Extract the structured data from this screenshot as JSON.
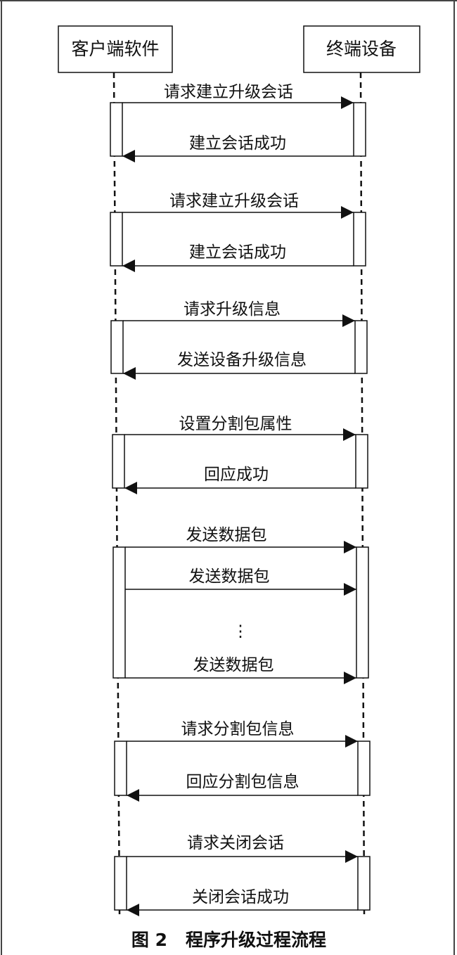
{
  "diagram": {
    "participants": [
      {
        "id": "client",
        "label": "客户端软件"
      },
      {
        "id": "device",
        "label": "终端设备"
      }
    ],
    "messages": [
      {
        "id": "m1",
        "from": "client",
        "to": "device",
        "label": "请求建立升级会话"
      },
      {
        "id": "m2",
        "from": "device",
        "to": "client",
        "label": "建立会话成功"
      },
      {
        "id": "m3",
        "from": "client",
        "to": "device",
        "label": "请求建立升级会话"
      },
      {
        "id": "m4",
        "from": "device",
        "to": "client",
        "label": "建立会话成功"
      },
      {
        "id": "m5",
        "from": "client",
        "to": "device",
        "label": "请求升级信息"
      },
      {
        "id": "m6",
        "from": "device",
        "to": "client",
        "label": "发送设备升级信息"
      },
      {
        "id": "m7",
        "from": "client",
        "to": "device",
        "label": "设置分割包属性"
      },
      {
        "id": "m8",
        "from": "device",
        "to": "client",
        "label": "回应成功"
      },
      {
        "id": "m9",
        "from": "client",
        "to": "device",
        "label": "发送数据包"
      },
      {
        "id": "m10",
        "from": "client",
        "to": "device",
        "label": "发送数据包"
      },
      {
        "id": "m11",
        "from": "client",
        "to": "device",
        "label": "发送数据包"
      },
      {
        "id": "m12",
        "from": "client",
        "to": "device",
        "label": "请求分割包信息"
      },
      {
        "id": "m13",
        "from": "device",
        "to": "client",
        "label": "回应分割包信息"
      },
      {
        "id": "m14",
        "from": "client",
        "to": "device",
        "label": "请求关闭会话"
      },
      {
        "id": "m15",
        "from": "device",
        "to": "client",
        "label": "关闭会话成功"
      }
    ],
    "ellipsis": "⋮"
  },
  "caption": {
    "label": "图 2",
    "title": "程序升级过程流程"
  }
}
